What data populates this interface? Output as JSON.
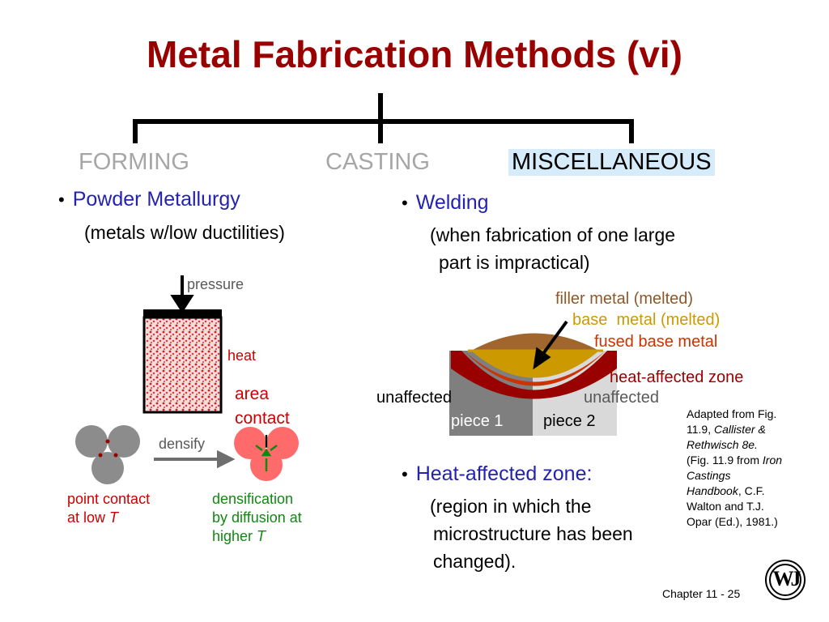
{
  "title": "Metal Fabrication Methods (vi)",
  "categories": {
    "forming": "FORMING",
    "casting": "CASTING",
    "misc": "MISCELLANEOUS"
  },
  "left": {
    "bullet": "Powder Metallurgy",
    "note": "(metals w/low ductilities)",
    "labels": {
      "pressure": "pressure",
      "heat": "heat",
      "area_contact_1": "area",
      "area_contact_2": "contact",
      "densify": "densify",
      "point_contact_1": "point contact",
      "point_contact_2": "at low ",
      "point_contact_T": "T",
      "densification_1": "densification",
      "densification_2": "by diffusion at",
      "densification_3": "higher ",
      "densification_T": "T"
    }
  },
  "right": {
    "bullet": "Welding",
    "note_1": "(when fabrication of one large",
    "note_2": "part is impractical)",
    "labels": {
      "filler": "filler metal (melted)",
      "base": "base  metal (melted)",
      "fused": "fused base metal",
      "haz": "heat-affected zone",
      "unaffected_left": "unaffected",
      "unaffected_right": "unaffected",
      "piece1": "piece 1",
      "piece2": "piece 2"
    },
    "bullet2": "Heat-affected zone:",
    "note2_1": "(region in which the",
    "note2_2": "microstructure has been",
    "note2_3": "changed)."
  },
  "reference": {
    "l1": "Adapted from Fig.",
    "l2a": "11.9, ",
    "l2b": "Callister &",
    "l3": "Rethwisch 8e.",
    "l4a": "(Fig. 11.9 from ",
    "l4b": "Iron",
    "l5": "Castings",
    "l6a": "Handbook",
    "l6b": ", C.F.",
    "l7": "Walton and T.J.",
    "l8": "Opar (Ed.), 1981.)"
  },
  "footer": {
    "chapter": "Chapter 11 - 25",
    "logo_letters": "WJ"
  },
  "colors": {
    "title": "#990000",
    "bullet": "#2323b0",
    "highlight": "#d6ecfa",
    "filler": "#8b5a2b",
    "base": "#cc9900",
    "fused": "#cc3300",
    "haz": "#990000",
    "particle": "#ff6666"
  }
}
